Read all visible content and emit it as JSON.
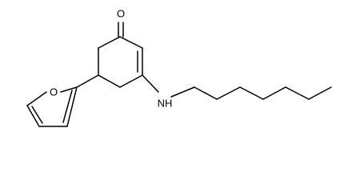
{
  "atoms": {
    "oxygen_ketone": "O",
    "oxygen_furan": "O",
    "nitrogen_amine": "NH"
  },
  "colors": {
    "bond": "#000000",
    "background": "#ffffff"
  }
}
